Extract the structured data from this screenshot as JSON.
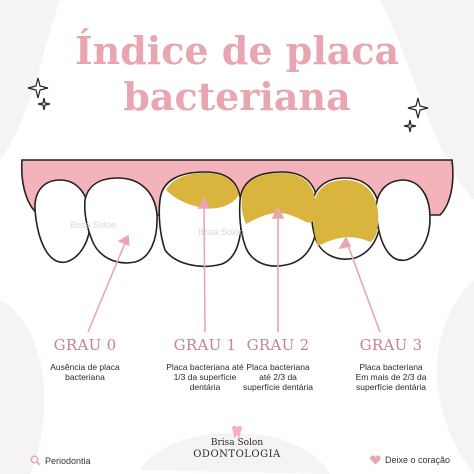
{
  "title": {
    "line1": "Índice de placa",
    "line2": "bacteriana"
  },
  "grades": [
    {
      "label": "GRAU 0",
      "desc": "Ausência de placa\nbacteriana"
    },
    {
      "label": "GRAU 1",
      "desc": "Placa bacteriana até\n1/3 da superfície\ndentária"
    },
    {
      "label": "GRAU 2",
      "desc": "Placa bacteriana\naté 2/3 da\nsuperfície dentária"
    },
    {
      "label": "GRAU 3",
      "desc": "Placa bacteriana\nEm mais de 2/3 da\nsuperfície dentária"
    }
  ],
  "footer": {
    "left_label": "Periodontia",
    "right_label": "Deixe o coração",
    "brand_name": "Brisa Solon",
    "brand_sub": "ODONTOLOGIA"
  },
  "watermark": "Brisa Solon",
  "colors": {
    "accent": "#e8a7b0",
    "gum": "#f4b3ba",
    "plaque": "#d9b53e",
    "background_blob": "#f5f3f4"
  },
  "icons": {
    "left": "search-icon",
    "right": "heart-icon",
    "logo": "tooth-icon"
  }
}
